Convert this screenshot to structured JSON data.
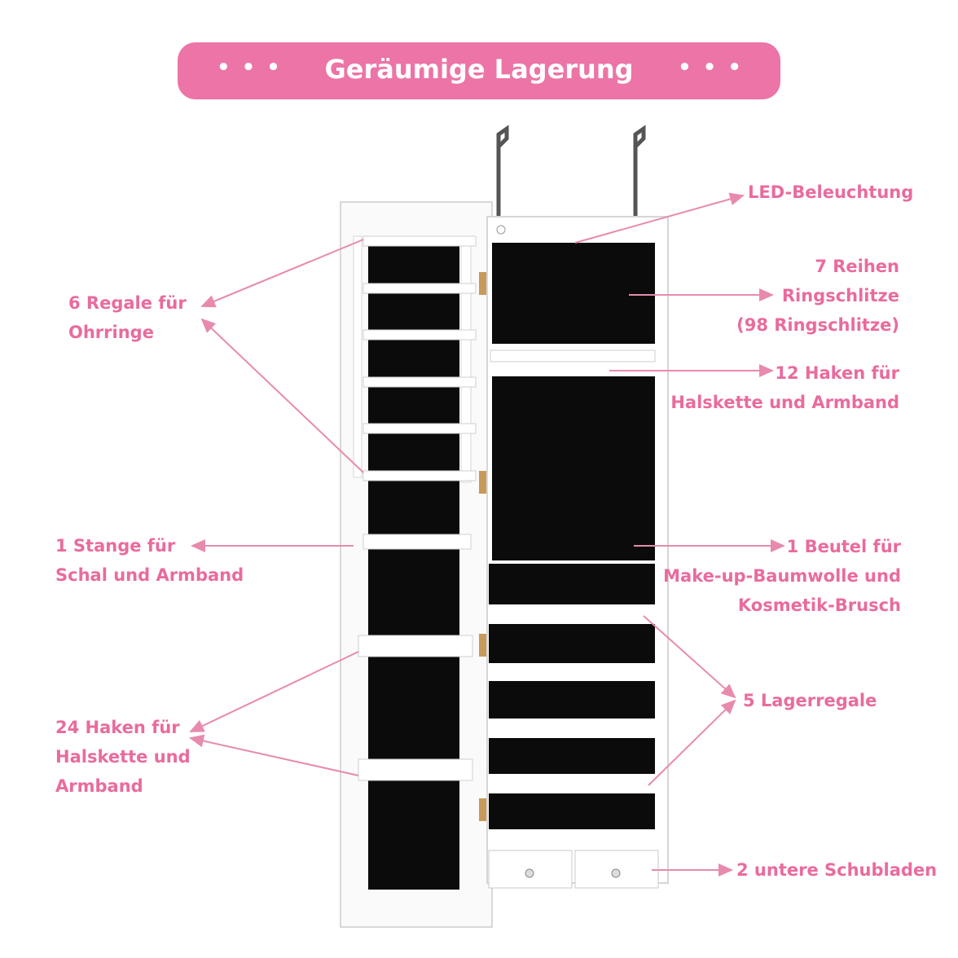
{
  "banner": {
    "title": "Geräumige Lagerung",
    "dots_left": "•••",
    "dots_right": "•••"
  },
  "labels": {
    "led": [
      "LED-Beleuchtung"
    ],
    "rings": [
      "7 Reihen",
      "Ringschlitze",
      "(98 Ringschlitze)"
    ],
    "hooks12": [
      "12 Haken für",
      "Halskette und Armband"
    ],
    "pouch": [
      "1 Beutel für",
      "Make-up-Baumwolle und",
      "Kosmetik-Brusch"
    ],
    "shelves5": [
      "5 Lagerregale"
    ],
    "drawers": [
      "2 untere Schubladen"
    ],
    "earring": [
      "6 Regale für",
      "Ohrringe"
    ],
    "rod": [
      "1 Stange für",
      "Schal und Armband"
    ],
    "hooks24": [
      "24 Haken für",
      "Halskette und",
      "Armband"
    ]
  },
  "colors": {
    "accent": "#ec74a6",
    "label": "#e96b9e",
    "arrow": "#e88aae",
    "cabinet": "#ffffff",
    "lining": "#0b0b0b"
  }
}
